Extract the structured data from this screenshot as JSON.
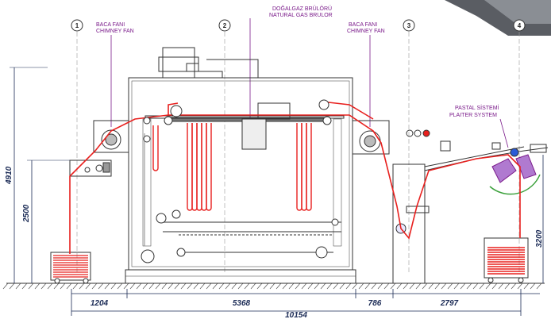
{
  "callouts": {
    "chimney_fan_left_tr": "BACA FANI",
    "chimney_fan_left_en": "CHIMNEY FAN",
    "burner_tr": "DOĞALGAZ BRÜLÖRÜ",
    "burner_en": "NATURAL GAS BRULOR",
    "chimney_fan_right_tr": "BACA FANI",
    "chimney_fan_right_en": "CHIMNEY FAN",
    "plaiter_tr": "PASTAL SİSTEMİ",
    "plaiter_en": "PLAITER SYSTEM"
  },
  "section_numbers": [
    "1",
    "2",
    "3",
    "4"
  ],
  "dimensions": {
    "height_total": "4910",
    "height_inlet": "2500",
    "height_plaiter": "3200",
    "seg_1": "1204",
    "seg_2": "5368",
    "seg_3": "786",
    "seg_4": "2797",
    "total_length": "10154"
  },
  "colors": {
    "fabric_path": "#e8201e",
    "callout": "#7a1a8a",
    "dimension": "#1a2a55",
    "machine_line": "#222222"
  }
}
